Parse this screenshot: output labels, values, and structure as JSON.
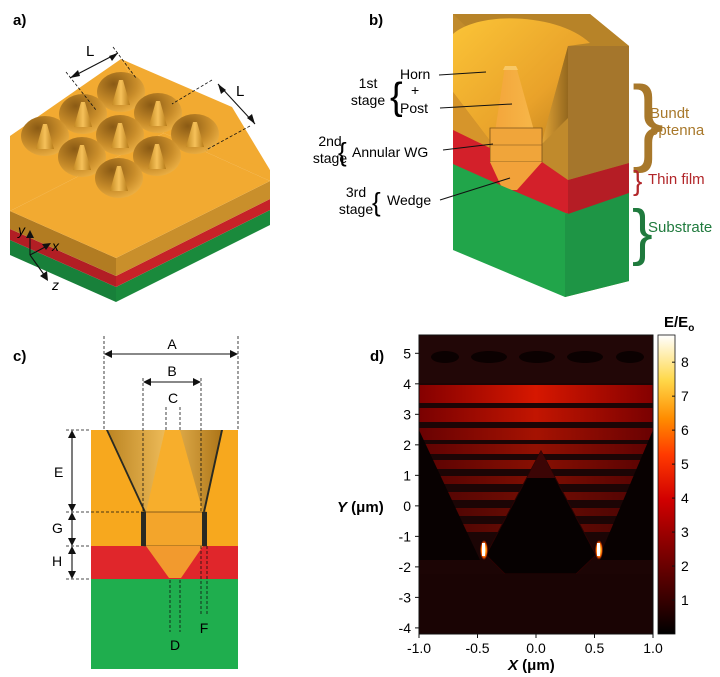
{
  "panels": {
    "a": {
      "label": "a)",
      "dim_L_left": "L",
      "dim_L_right": "L",
      "axis_y": "y",
      "axis_x": "x",
      "axis_z": "z"
    },
    "b": {
      "label": "b)",
      "stage1_num": "1st",
      "stage1_word": "stage",
      "stage2_num": "2nd",
      "stage2_word": "stage",
      "stage3_num": "3rd",
      "stage3_word": "stage",
      "horn": "Horn",
      "plus": "+",
      "post": "Post",
      "annular": "Annular WG",
      "wedge": "Wedge",
      "bundt_line1": "Bundt",
      "bundt_line2": "optenna",
      "thin_film": "Thin film",
      "substrate": "Substrate"
    },
    "c": {
      "label": "c)",
      "A": "A",
      "B": "B",
      "C": "C",
      "D": "D",
      "E": "E",
      "F": "F",
      "G": "G",
      "H": "H"
    },
    "d": {
      "label": "d)",
      "colorbar_title_main": "E/E",
      "colorbar_title_sub": "o",
      "ylabel_var": "Y",
      "ylabel_unit": " (μm)",
      "xlabel_var": "X",
      "xlabel_unit": " (μm)"
    }
  },
  "colors": {
    "gold": "#f5a623",
    "gold_dark": "#c8891e",
    "bronze": "#a9782d",
    "red": "#e0262b",
    "green": "#1fae4e",
    "bundt_label": "#a8782b",
    "thin_film_label": "#b2262a",
    "substrate_label": "#1f7a3d"
  },
  "chart_data": {
    "type": "heatmap",
    "title": "",
    "xlabel": "X (μm)",
    "ylabel": "Y (μm)",
    "x_ticks": [
      "-1.0",
      "-0.5",
      "0.0",
      "0.5",
      "1.0"
    ],
    "y_ticks": [
      "5",
      "4",
      "3",
      "2",
      "1",
      "0",
      "-1",
      "-2",
      "-3",
      "-4"
    ],
    "xlim": [
      -1.0,
      1.0
    ],
    "ylim": [
      -4.2,
      5.6
    ],
    "colorbar": {
      "title": "E/Eo",
      "ticks": [
        "8",
        "7",
        "6",
        "5",
        "4",
        "3",
        "2",
        "1"
      ],
      "range": [
        0,
        8.8
      ],
      "colormap": "black-red-yellow-white"
    }
  }
}
